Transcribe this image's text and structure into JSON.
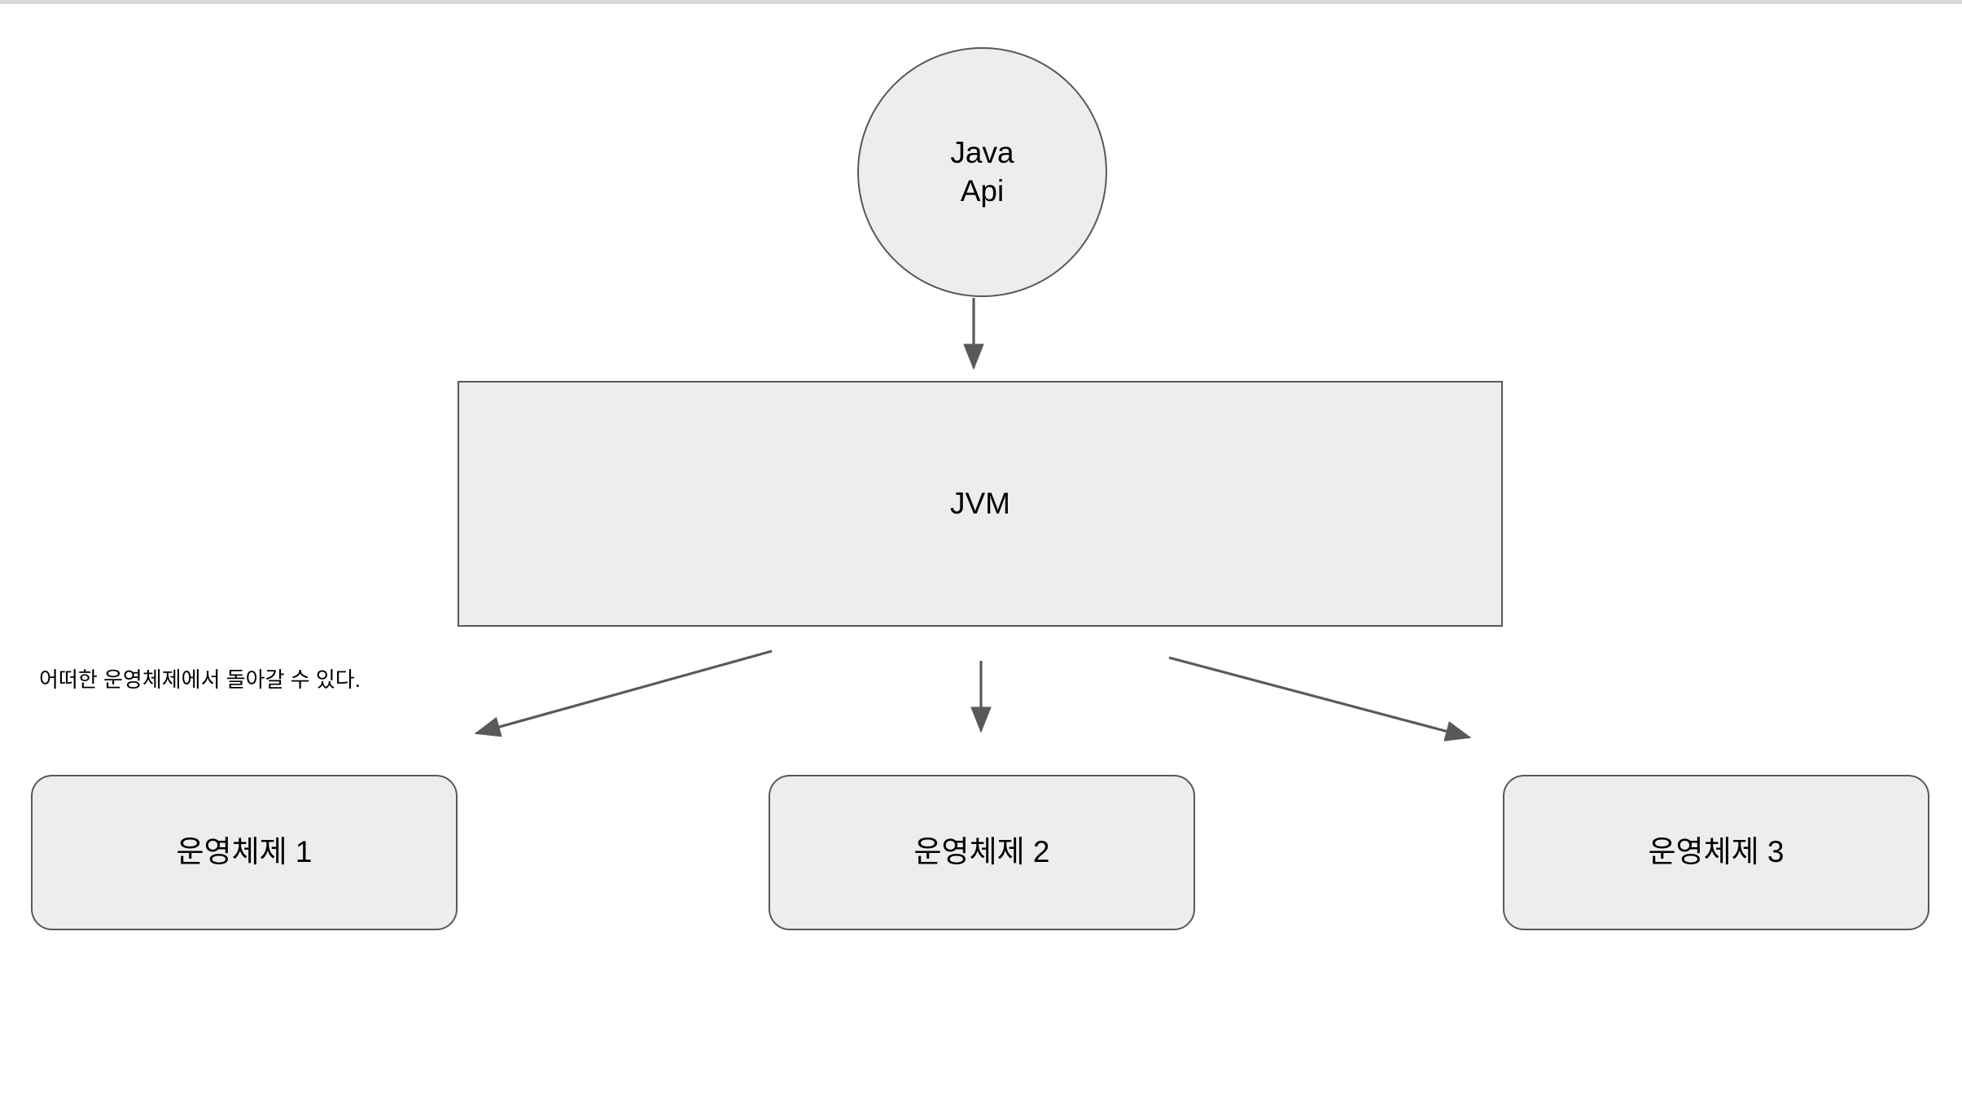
{
  "diagram": {
    "title": "JVM platform independence diagram",
    "background_color": "#ffffff",
    "node_fill": "#ededed",
    "node_stroke": "#585858",
    "edge_color": "#595959",
    "top_band_color": "#d9d9d9",
    "nodes": {
      "java_api": {
        "label": "Java\nApi",
        "line1": "Java",
        "line2": "Api",
        "shape": "circle"
      },
      "jvm": {
        "label": "JVM",
        "shape": "rectangle"
      },
      "os1": {
        "label": "운영체제 1",
        "shape": "rounded-rectangle"
      },
      "os2": {
        "label": "운영체제 2",
        "shape": "rounded-rectangle"
      },
      "os3": {
        "label": "운영체제 3",
        "shape": "rounded-rectangle"
      }
    },
    "annotation": {
      "text": "어떠한 운영체제에서 돌아갈 수 있다."
    },
    "edges": [
      {
        "from": "java_api",
        "to": "jvm",
        "direction": "down"
      },
      {
        "from": "jvm",
        "to": "os1",
        "direction": "down-left"
      },
      {
        "from": "jvm",
        "to": "os2",
        "direction": "down"
      },
      {
        "from": "jvm",
        "to": "os3",
        "direction": "down-right"
      }
    ]
  }
}
